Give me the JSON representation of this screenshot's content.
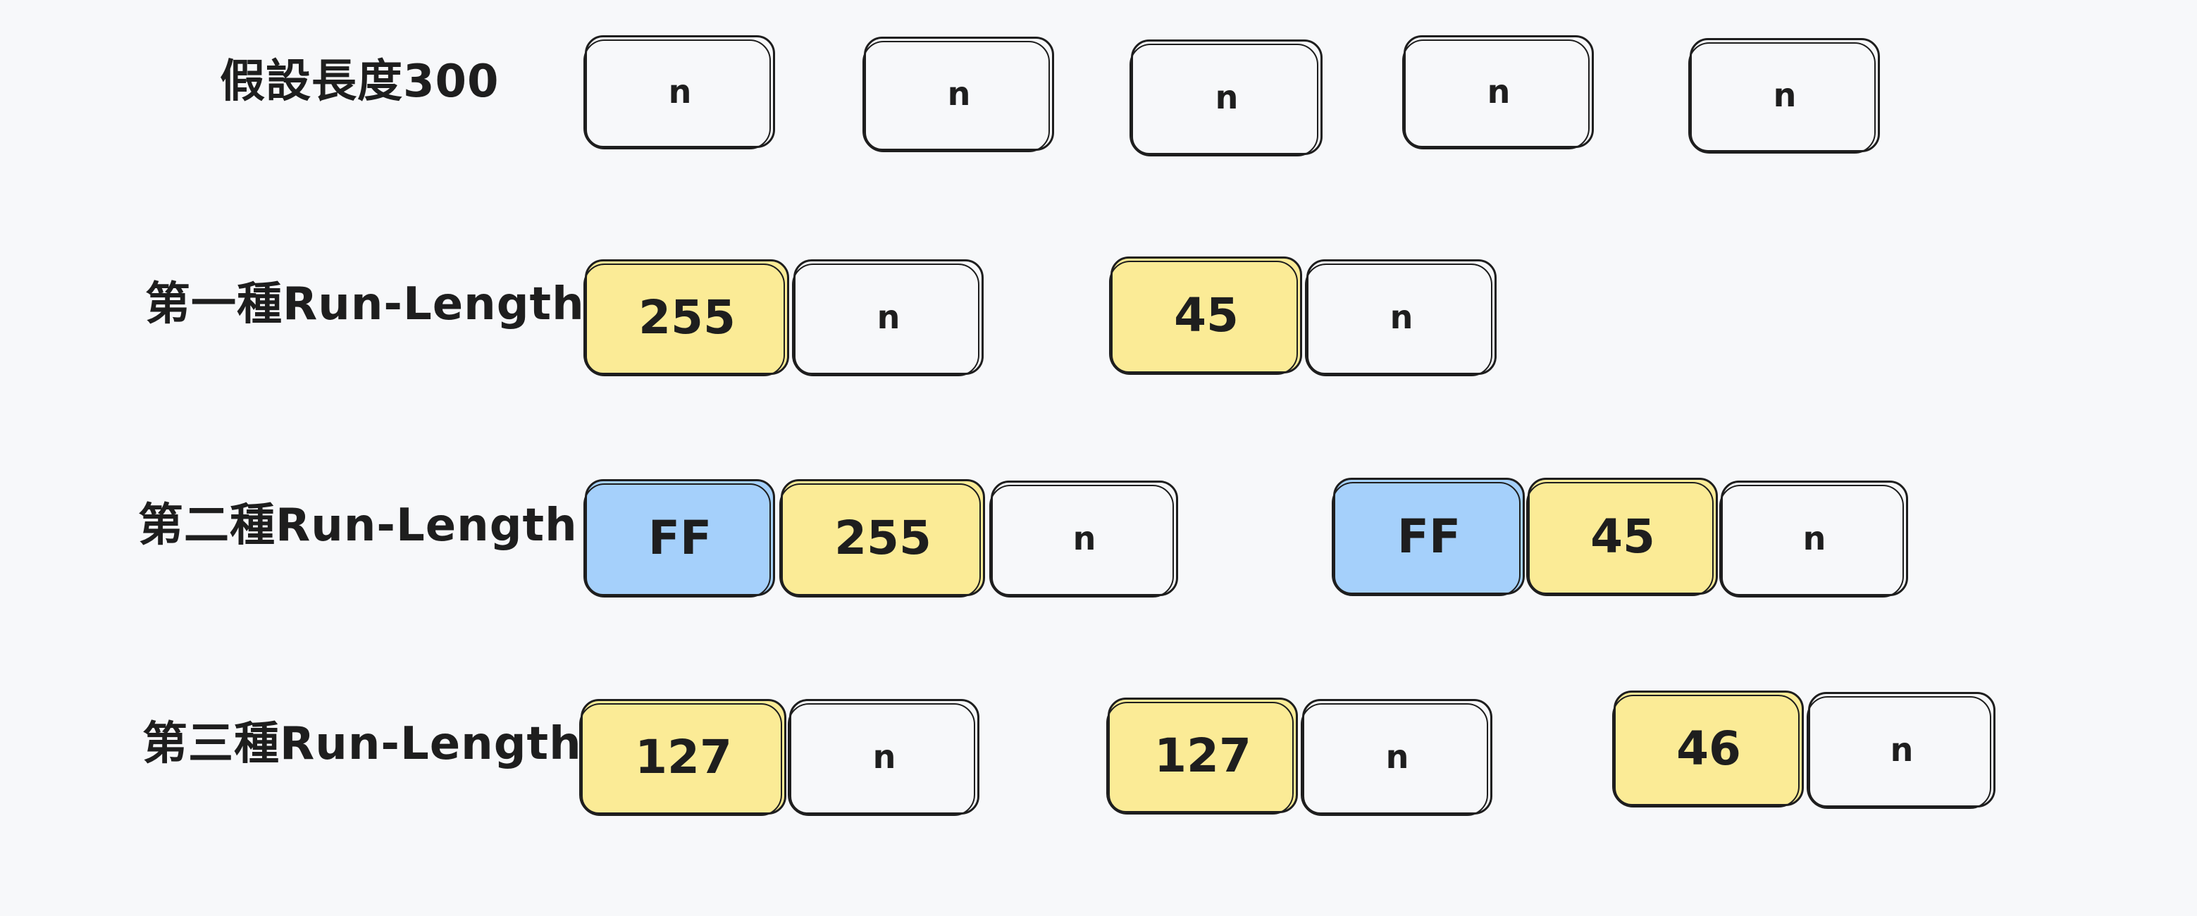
{
  "colors": {
    "background": "#f7f8fa",
    "stroke": "#1e1e1e",
    "length_fill": "#fbeb96",
    "marker_fill": "#a5d0fb",
    "data_fill": "#f7f8fa"
  },
  "rows": [
    {
      "label": "假設長度300",
      "cells": [
        "n",
        "n",
        "n",
        "n",
        "n"
      ]
    },
    {
      "label": "第一種Run-Length",
      "cells": [
        "255",
        "n",
        "45",
        "n"
      ]
    },
    {
      "label": "第二種Run-Length",
      "cells": [
        "FF",
        "255",
        "n",
        "FF",
        "45",
        "n"
      ]
    },
    {
      "label": "第三種Run-Length",
      "cells": [
        "127",
        "n",
        "127",
        "n",
        "46",
        "n"
      ]
    }
  ]
}
